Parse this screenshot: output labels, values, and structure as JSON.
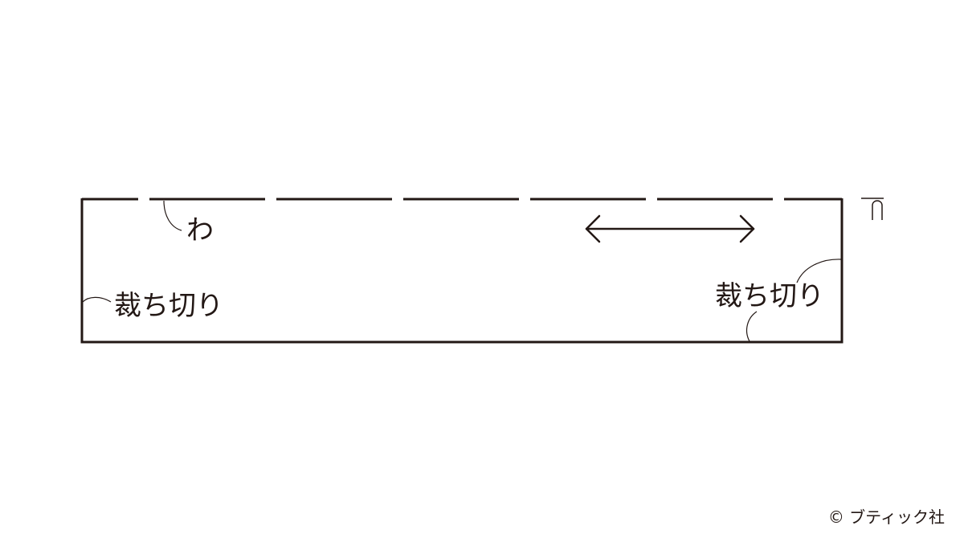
{
  "diagram": {
    "fold_label": "わ",
    "cut_label_left": "裁ち切り",
    "cut_label_right": "裁ち切り",
    "fold_mark_symbol": "⊓",
    "copyright": "© ブティック社",
    "line_color": "#231815"
  }
}
